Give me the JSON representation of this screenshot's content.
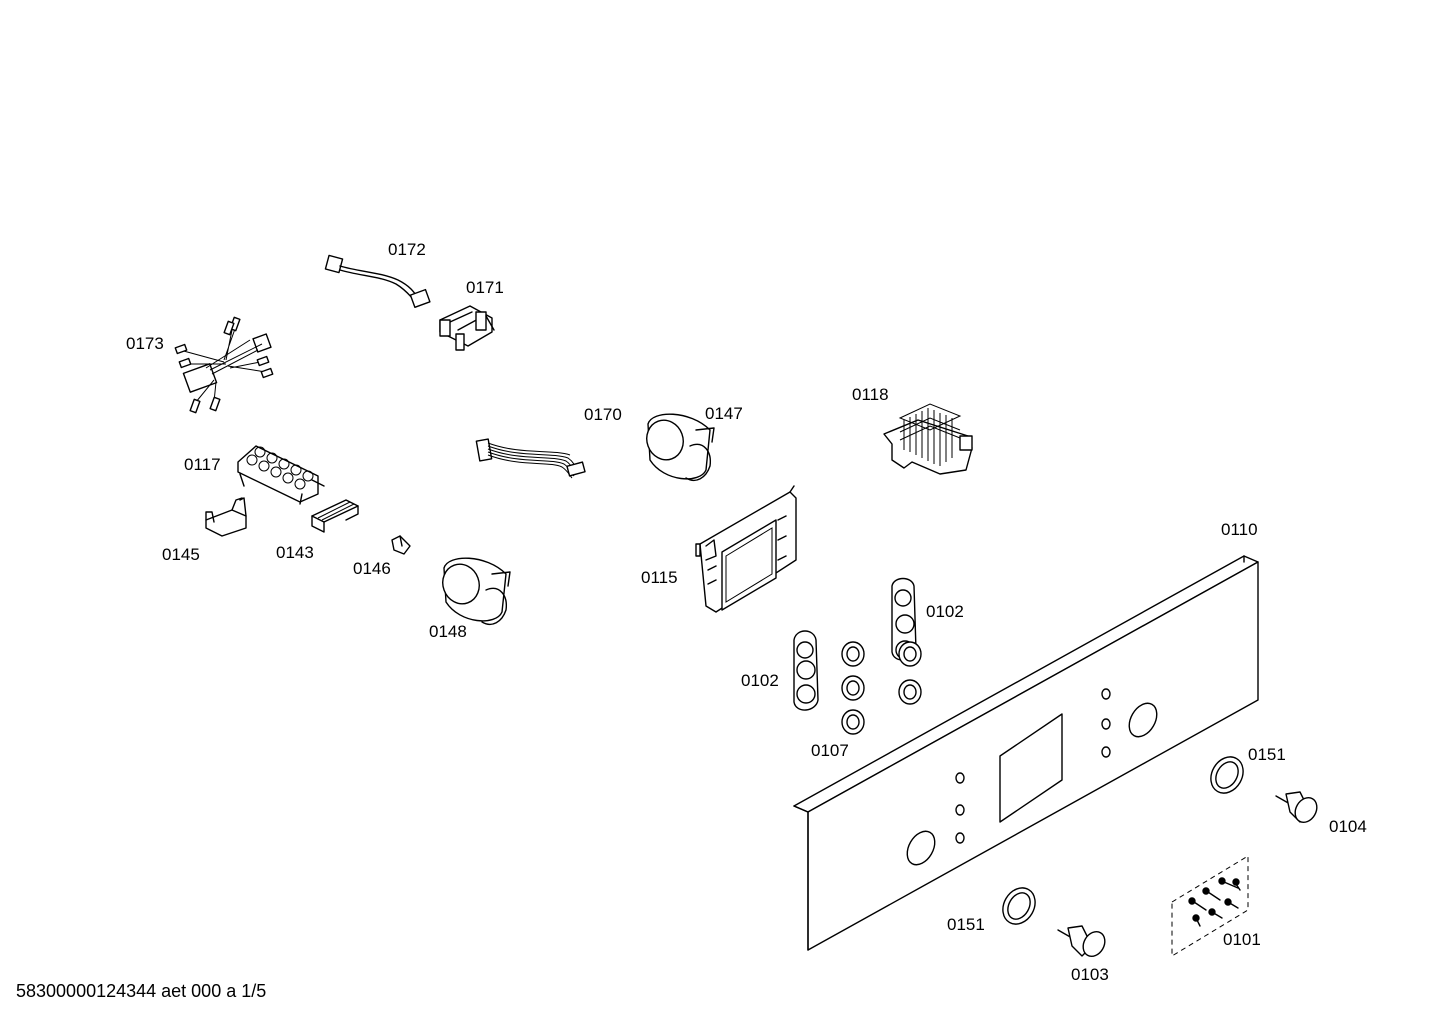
{
  "labels": {
    "p0172": "0172",
    "p0171": "0171",
    "p0173": "0173",
    "p0170": "0170",
    "p0147": "0147",
    "p0118": "0118",
    "p0117": "0117",
    "p0145": "0145",
    "p0143": "0143",
    "p0146": "0146",
    "p0148": "0148",
    "p0115": "0115",
    "p0110": "0110",
    "p0102_right": "0102",
    "p0102_left": "0102",
    "p0107": "0107",
    "p0151_right": "0151",
    "p0104": "0104",
    "p0151_left": "0151",
    "p0101": "0101",
    "p0103": "0103"
  },
  "document_id": "58300000124344 aet 000 a 1/5"
}
